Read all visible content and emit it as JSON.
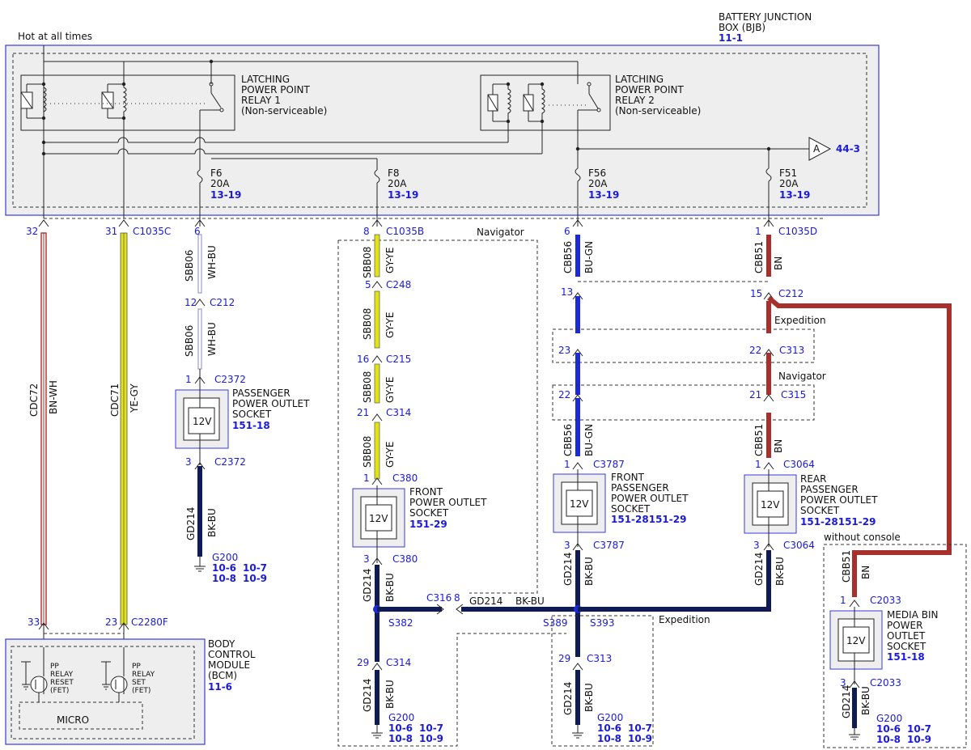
{
  "hot_label": "Hot at all times",
  "bjb": {
    "title1": "BATTERY JUNCTION",
    "title2": "BOX (BJB)",
    "ref": "11-1"
  },
  "relay1": {
    "l1": "LATCHING",
    "l2": "POWER POINT",
    "l3": "RELAY 1",
    "l4": "(Non-serviceable)"
  },
  "relay2": {
    "l1": "LATCHING",
    "l2": "POWER POINT",
    "l3": "RELAY 2",
    "l4": "(Non-serviceable)"
  },
  "offpage": {
    "letter": "A",
    "ref": "44-3"
  },
  "fuses": [
    {
      "name": "F6",
      "rating": "20A",
      "ref": "13-19"
    },
    {
      "name": "F8",
      "rating": "20A",
      "ref": "13-19"
    },
    {
      "name": "F56",
      "rating": "20A",
      "ref": "13-19"
    },
    {
      "name": "F51",
      "rating": "20A",
      "ref": "13-19"
    }
  ],
  "connectors": {
    "c1035c": "C1035C",
    "c1035b": "C1035B",
    "c1035d": "C1035D",
    "c212": "C212",
    "c248": "C248",
    "c215": "C215",
    "c314": "C314",
    "c380": "C380",
    "c2372": "C2372",
    "c316": "C316",
    "c389": "S389",
    "s382": "S382",
    "s393": "S393",
    "c313": "C313",
    "c315": "C315",
    "c3787": "C3787",
    "c3064": "C3064",
    "c2033": "C2033",
    "c2280f": "C2280F"
  },
  "pins": {
    "p32": "32",
    "p31": "31",
    "p6": "6",
    "p8": "8",
    "p6b": "6",
    "p1": "1",
    "p12": "12",
    "p5": "5",
    "p13": "13",
    "p15": "15",
    "p16": "16",
    "p23": "23",
    "p22": "22",
    "p22b": "22",
    "p21": "21",
    "p21b": "21",
    "p1a": "1",
    "p1b": "1",
    "p1c": "1",
    "p1d": "1",
    "p1e": "1",
    "p3a": "3",
    "p3b": "3",
    "p3c": "3",
    "p3d": "3",
    "p3e": "3",
    "p8b": "8",
    "p29": "29",
    "p29b": "29",
    "p33": "33",
    "p23b": "23"
  },
  "wires": {
    "cdc72": "CDC72",
    "bnwh": "BN-WH",
    "cdc71": "CDC71",
    "yegy": "YE-GY",
    "sbb06": "SBB06",
    "whbu": "WH-BU",
    "sbb08": "SBB08",
    "gyye": "GY-YE",
    "cbb56": "CBB56",
    "bugn": "BU-GN",
    "cbb51": "CBB51",
    "bn": "BN",
    "gd214": "GD214",
    "bkbu": "BK-BU"
  },
  "zones": {
    "navigator": "Navigator",
    "expedition": "Expedition",
    "without_console": "without console"
  },
  "sockets": {
    "voltage": "12V",
    "passenger": {
      "l1": "PASSENGER",
      "l2": "POWER OUTLET",
      "l3": "SOCKET",
      "ref": "151-18"
    },
    "front": {
      "l1": "FRONT",
      "l2": "POWER OUTLET",
      "l3": "SOCKET",
      "ref": "151-29"
    },
    "front_passenger": {
      "l1": "FRONT",
      "l2": "PASSENGER",
      "l3": "POWER OUTLET",
      "l4": "SOCKET",
      "ref": "151-28151-29"
    },
    "rear_passenger": {
      "l1": "REAR",
      "l2": "PASSENGER",
      "l3": "POWER OUTLET",
      "l4": "SOCKET",
      "ref": "151-28151-29"
    },
    "media_bin": {
      "l1": "MEDIA BIN",
      "l2": "POWER",
      "l3": "OUTLET",
      "l4": "SOCKET",
      "ref": "151-18"
    }
  },
  "grounds": {
    "name": "G200",
    "r1": "10-6",
    "r2": "10-7",
    "r3": "10-8",
    "r4": "10-9"
  },
  "bcm": {
    "l1": "BODY",
    "l2": "CONTROL",
    "l3": "MODULE",
    "l4": "(BCM)",
    "ref": "11-6",
    "micro": "MICRO",
    "reset": {
      "l1": "PP",
      "l2": "RELAY",
      "l3": "RESET",
      "l4": "(FET)"
    },
    "set": {
      "l1": "PP",
      "l2": "RELAY",
      "l3": "SET",
      "l4": "(FET)"
    }
  },
  "colors": {
    "module_border": "#3a3ae0",
    "module_fill": "#eeeeee",
    "wire_blue": "#1c2ad8",
    "wire_navy": "#101a55",
    "wire_red": "#a8302c",
    "wire_yellow": "#e2e21a",
    "text_blue": "#1a1adc"
  }
}
